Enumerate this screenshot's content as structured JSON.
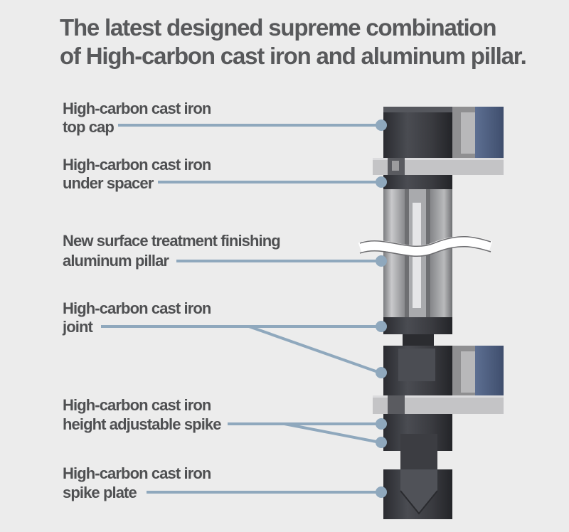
{
  "title": {
    "line1": "The latest designed supreme combination",
    "line2": "of High-carbon cast iron and aluminum pillar."
  },
  "labels": [
    {
      "line1": "High-carbon cast iron",
      "line2": "top cap"
    },
    {
      "line1": "High-carbon cast iron",
      "line2": "under spacer"
    },
    {
      "line1": "New surface treatment finishing",
      "line2": "aluminum pillar"
    },
    {
      "line1": "High-carbon cast iron",
      "line2": "joint"
    },
    {
      "line1": "High-carbon cast iron",
      "line2": "height adjustable spike"
    },
    {
      "line1": "High-carbon cast iron",
      "line2": "spike plate"
    }
  ],
  "colors": {
    "background": "#ececec",
    "leader": "#8fa8bd",
    "iron": "#3a3b40",
    "pillar": "#9a9a9a",
    "shelf_edge": "#4a5a78"
  }
}
